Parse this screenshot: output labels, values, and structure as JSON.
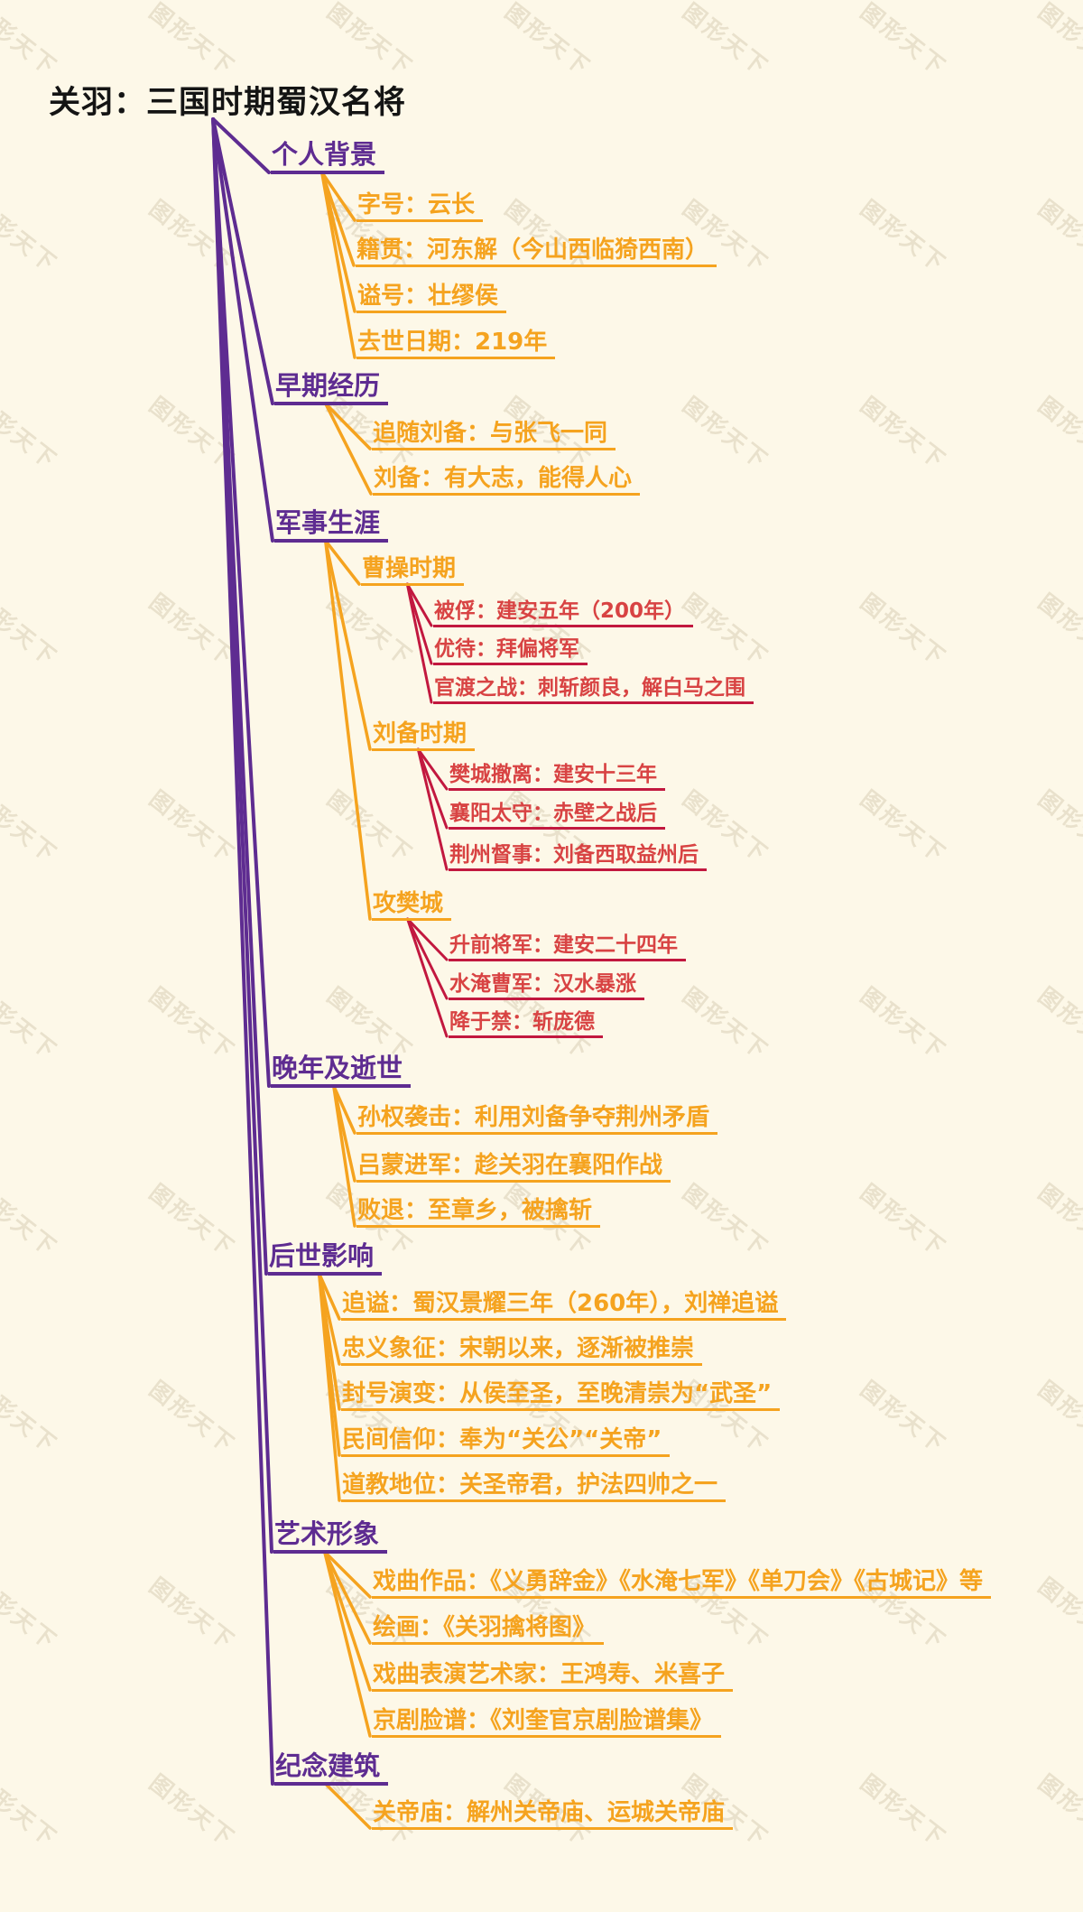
{
  "title": "关羽：三国时期蜀汉名将",
  "watermark": "图形天下",
  "palette": {
    "background": "#FDF8E8",
    "root_text": "#141414",
    "level1": "#5E2C91",
    "level2": "#F5A31F",
    "level3_text": "#D84343",
    "level3_line": "#C2183F",
    "watermark_color": "#BCAE8E"
  },
  "branches": [
    {
      "label": "个人背景",
      "children": [
        {
          "label": "字号：云长"
        },
        {
          "label": "籍贯：河东解（今山西临猗西南）"
        },
        {
          "label": "谥号：壮缪侯"
        },
        {
          "label": "去世日期：219年"
        }
      ]
    },
    {
      "label": "早期经历",
      "children": [
        {
          "label": "追随刘备：与张飞一同"
        },
        {
          "label": "刘备：有大志，能得人心"
        }
      ]
    },
    {
      "label": "军事生涯",
      "children": [
        {
          "label": "曹操时期",
          "children": [
            {
              "label": "被俘：建安五年（200年）"
            },
            {
              "label": "优待：拜偏将军"
            },
            {
              "label": "官渡之战：刺斩颜良，解白马之围"
            }
          ]
        },
        {
          "label": "刘备时期",
          "children": [
            {
              "label": "樊城撤离：建安十三年"
            },
            {
              "label": "襄阳太守：赤壁之战后"
            },
            {
              "label": "荆州督事：刘备西取益州后"
            }
          ]
        },
        {
          "label": "攻樊城",
          "children": [
            {
              "label": "升前将军：建安二十四年"
            },
            {
              "label": "水淹曹军：汉水暴涨"
            },
            {
              "label": "降于禁：斩庞德"
            }
          ]
        }
      ]
    },
    {
      "label": "晚年及逝世",
      "children": [
        {
          "label": "孙权袭击：利用刘备争夺荆州矛盾"
        },
        {
          "label": "吕蒙进军：趁关羽在襄阳作战"
        },
        {
          "label": "败退：至章乡，被擒斩"
        }
      ]
    },
    {
      "label": "后世影响",
      "children": [
        {
          "label": "追谥：蜀汉景耀三年（260年），刘禅追谥"
        },
        {
          "label": "忠义象征：宋朝以来，逐渐被推崇"
        },
        {
          "label": "封号演变：从侯至圣，至晚清崇为“武圣”"
        },
        {
          "label": "民间信仰：奉为“关公”“关帝”"
        },
        {
          "label": "道教地位：关圣帝君，护法四帅之一"
        }
      ]
    },
    {
      "label": "艺术形象",
      "children": [
        {
          "label": "戏曲作品：《义勇辞金》《水淹七军》《单刀会》《古城记》等"
        },
        {
          "label": "绘画：《关羽擒将图》"
        },
        {
          "label": "戏曲表演艺术家：王鸿寿、米喜子"
        },
        {
          "label": "京剧脸谱：《刘奎官京剧脸谱集》"
        }
      ]
    },
    {
      "label": "纪念建筑",
      "children": [
        {
          "label": "关帝庙：解州关帝庙、运城关帝庙"
        }
      ]
    }
  ]
}
